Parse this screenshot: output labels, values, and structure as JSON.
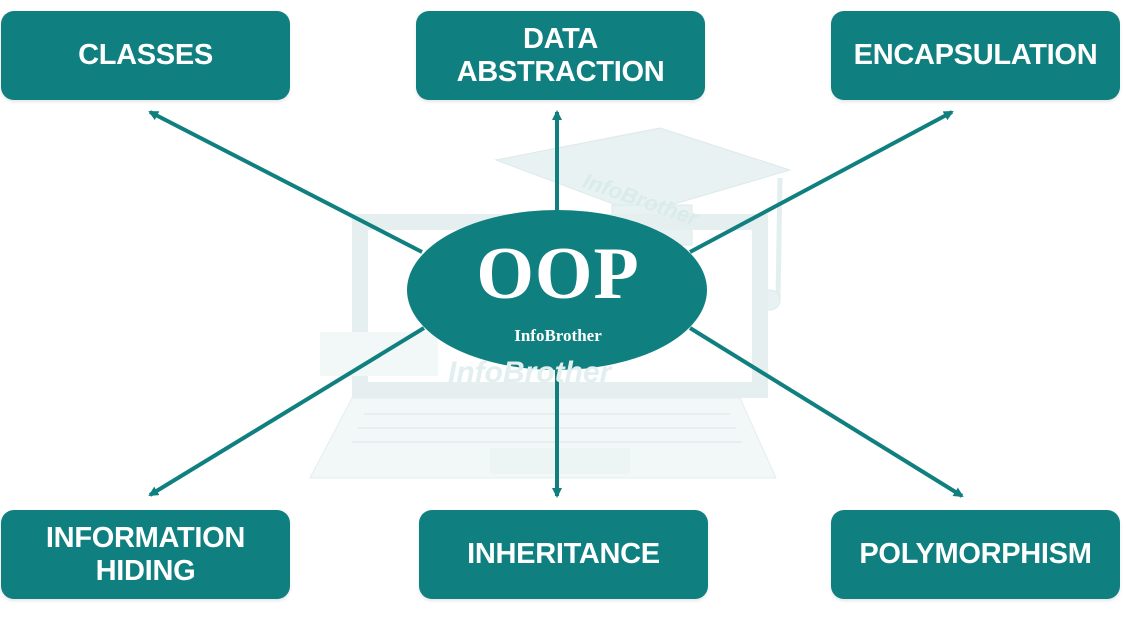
{
  "center": {
    "title": "OOP",
    "subtitle": "InfoBrother"
  },
  "watermark": {
    "top_text": "InfoBrother",
    "bottom_text": "InfoBrother"
  },
  "nodes": [
    {
      "lines": [
        "CLASSES"
      ]
    },
    {
      "lines": [
        "DATA",
        "ABSTRACTION"
      ]
    },
    {
      "lines": [
        "ENCAPSULATION"
      ]
    },
    {
      "lines": [
        "INFORMATION",
        "HIDING"
      ]
    },
    {
      "lines": [
        "INHERITANCE"
      ]
    },
    {
      "lines": [
        "POLYMORPHISM"
      ]
    }
  ],
  "colors": {
    "primary": "#0f7f7f",
    "text": "#ffffff",
    "watermark": "#e2eeee"
  }
}
